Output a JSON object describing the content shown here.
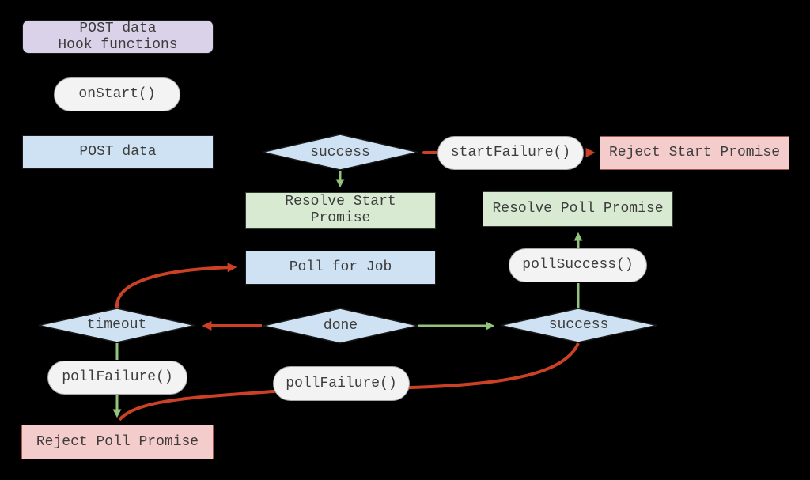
{
  "colors": {
    "background": "#000000",
    "hook_fill": "#d9d2e9",
    "process_fill": "#cfe2f3",
    "success_fill": "#d9ead3",
    "failure_fill": "#f4cccc",
    "pill_fill": "#f3f3f3",
    "arrow_success": "#93c47d",
    "arrow_failure": "#cc4125",
    "border_dark": "#1a1a1a",
    "border_green": "#2e3a2e",
    "border_red": "#a0554b",
    "border_pill": "#a6a6a6",
    "text": "#3d3d3d"
  },
  "nodes": {
    "hook_functions": {
      "label": "POST data\nHook functions",
      "shape": "rounded-rect"
    },
    "on_start": {
      "label": "onStart()",
      "shape": "pill"
    },
    "post_data": {
      "label": "POST data",
      "shape": "rect"
    },
    "start_success": {
      "label": "success",
      "shape": "diamond"
    },
    "start_failure": {
      "label": "startFailure()",
      "shape": "pill"
    },
    "reject_start_promise": {
      "label": "Reject Start Promise",
      "shape": "rect"
    },
    "resolve_start_promise": {
      "label": "Resolve Start\nPromise",
      "shape": "rect"
    },
    "resolve_poll_promise": {
      "label": "Resolve Poll Promise",
      "shape": "rect"
    },
    "poll_for_job": {
      "label": "Poll for Job",
      "shape": "rect"
    },
    "poll_success_fn": {
      "label": "pollSuccess()",
      "shape": "pill"
    },
    "timeout": {
      "label": "timeout",
      "shape": "diamond"
    },
    "done": {
      "label": "done",
      "shape": "diamond"
    },
    "poll_success": {
      "label": "success",
      "shape": "diamond"
    },
    "poll_failure_timeout_fn": {
      "label": "pollFailure()",
      "shape": "pill"
    },
    "poll_failure_fn": {
      "label": "pollFailure()",
      "shape": "pill"
    },
    "reject_poll_promise": {
      "label": "Reject Poll Promise",
      "shape": "rect"
    }
  }
}
